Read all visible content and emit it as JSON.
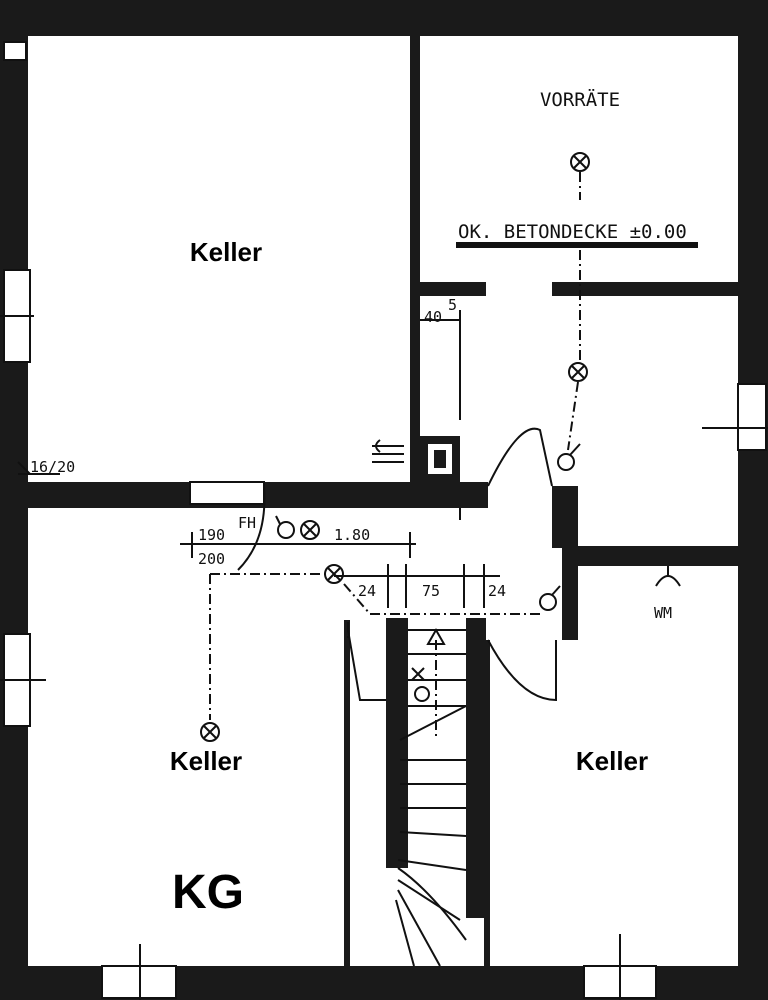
{
  "rooms": {
    "keller_top_left": "Keller",
    "keller_bottom_left": "Keller",
    "keller_bottom_right": "Keller",
    "vorraete": "VORRÄTE"
  },
  "floor_label": "KG",
  "annotations": {
    "betondecke": "OK. BETONDECKE ±0.00",
    "wall_thickness": "40",
    "wall_thickness_sup": "5",
    "window_size": "16/20",
    "fh": "FH",
    "dim_190": "190",
    "dim_200": "200",
    "dim_180": "1.80",
    "dim_24_left": "24",
    "dim_75": "75",
    "dim_24_right": "24",
    "wm": "WM"
  },
  "colors": {
    "wall": "#1a1a1a",
    "background": "#ffffff",
    "ink": "#111111"
  }
}
